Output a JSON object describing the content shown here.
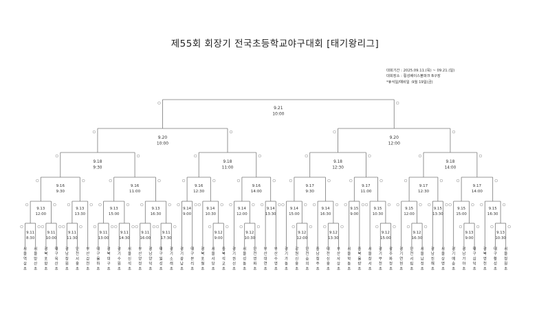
{
  "title": "제55회 회장기 전국초등학교야구대회 [태기왕리그]",
  "info": {
    "period": "대회기간 : 2025.09.11.(목) ~ 09.21.(일)",
    "venue": "대회장소 : 횡성베이스볼파크 B구장",
    "rest": "*휴식일/예비일 :9월 19일(금)"
  },
  "rounds": {
    "final": {
      "date": "9.21",
      "time": "10:00"
    },
    "semis": [
      {
        "date": "9.20",
        "time": "10:00"
      },
      {
        "date": "9.20",
        "time": "12:00"
      }
    ],
    "quarters": [
      {
        "date": "9.18",
        "time": "9:30"
      },
      {
        "date": "9.18",
        "time": "11:00"
      },
      {
        "date": "9.18",
        "time": "12:30"
      },
      {
        "date": "9.18",
        "time": "14:00"
      }
    ],
    "r16": [
      {
        "date": "9.16",
        "time": "9:30"
      },
      {
        "date": "9.16",
        "time": "11:00"
      },
      {
        "date": "9.16",
        "time": "12:30"
      },
      {
        "date": "9.16",
        "time": "14:00"
      },
      {
        "date": "9.17",
        "time": "9:30"
      },
      {
        "date": "9.17",
        "time": "11:00"
      },
      {
        "date": "9.17",
        "time": "12:30"
      },
      {
        "date": "9.17",
        "time": "14:00"
      }
    ],
    "r32": [
      {
        "date": "9.13",
        "time": "12:00"
      },
      {
        "date": "9.13",
        "time": "13:30"
      },
      {
        "date": "9.13",
        "time": "15:00"
      },
      {
        "date": "9.13",
        "time": "16:30"
      },
      {
        "date": "9.14",
        "time": "9:00"
      },
      {
        "date": "9.14",
        "time": "10:30"
      },
      {
        "date": "9.14",
        "time": "12:00"
      },
      {
        "date": "9.14",
        "time": "13:30"
      },
      {
        "date": "9.14",
        "time": "15:00"
      },
      {
        "date": "9.14",
        "time": "16:30"
      },
      {
        "date": "9.15",
        "time": "9:00"
      },
      {
        "date": "9.15",
        "time": "10:30"
      },
      {
        "date": "9.15",
        "time": "12:00"
      },
      {
        "date": "9.15",
        "time": "13:30"
      },
      {
        "date": "9.15",
        "time": "15:00"
      },
      {
        "date": "9.15",
        "time": "16:30"
      }
    ],
    "r64": [
      {
        "date": "9.11",
        "time": "8:30"
      },
      {
        "date": "9.11",
        "time": "10:00"
      },
      {
        "date": "9.11",
        "time": "11:30"
      },
      {
        "date": "9.11",
        "time": "13:00"
      },
      {
        "date": "9.11",
        "time": "14:30"
      },
      {
        "date": "9.11",
        "time": "16:00"
      },
      {
        "date": "9.11",
        "time": "17:30"
      },
      {
        "date": "9.12",
        "time": "9:00"
      },
      {
        "date": "9.12",
        "time": "10:30"
      },
      {
        "date": "9.12",
        "time": "12:00"
      },
      {
        "date": "9.12",
        "time": "13:30"
      },
      {
        "date": "9.12",
        "time": "15:00"
      },
      {
        "date": "9.12",
        "time": "16:30"
      },
      {
        "date": "9.13",
        "time": "9:00"
      },
      {
        "date": "9.13",
        "time": "10:30"
      }
    ]
  },
  "teams": [
    {
      "region": "서울",
      "name": "역삼초"
    },
    {
      "region": "서울",
      "name": "방산초"
    },
    {
      "region": "경북",
      "name": "포항초"
    },
    {
      "region": "대구",
      "name": "옥산초"
    },
    {
      "region": "경남",
      "name": "창원초"
    },
    {
      "region": "인천",
      "name": "서흥초"
    },
    {
      "region": "부산",
      "name": "감천초"
    },
    {
      "region": "대구",
      "name": "율하초"
    },
    {
      "region": "경북",
      "name": "대구초"
    },
    {
      "region": "경기",
      "name": "수원초"
    },
    {
      "region": "서울",
      "name": "신석초"
    },
    {
      "region": "부산",
      "name": "양정초"
    },
    {
      "region": "경남",
      "name": "양덕초"
    },
    {
      "region": "대구",
      "name": "월성초"
    },
    {
      "region": "경기",
      "name": "소래초"
    },
    {
      "region": "경기",
      "name": "광남초"
    },
    {
      "region": "대구",
      "name": "본리초"
    },
    {
      "region": "경북",
      "name": "포철초"
    },
    {
      "region": "서울",
      "name": "사당초"
    },
    {
      "region": "충북",
      "name": "석교초"
    },
    {
      "region": "경기",
      "name": "권선초"
    },
    {
      "region": "서울",
      "name": "성동초"
    },
    {
      "region": "인천",
      "name": "영화초"
    },
    {
      "region": "부산",
      "name": "대연초"
    },
    {
      "region": "부산",
      "name": "수영초"
    },
    {
      "region": "경기",
      "name": "가동초"
    },
    {
      "region": "강원",
      "name": "신흥초"
    },
    {
      "region": "인천",
      "name": "숭의초"
    },
    {
      "region": "충남",
      "name": "청주초"
    },
    {
      "region": "대전",
      "name": "신흥초"
    },
    {
      "region": "부산",
      "name": "사상초"
    },
    {
      "region": "서울",
      "name": "학동초"
    },
    {
      "region": "충북",
      "name": "율량초"
    },
    {
      "region": "서울",
      "name": "창서초"
    },
    {
      "region": "경기",
      "name": "부천초"
    },
    {
      "region": "광주",
      "name": "화정초"
    },
    {
      "region": "경기",
      "name": "연현초"
    },
    {
      "region": "인천",
      "name": "서림초"
    },
    {
      "region": "서울",
      "name": "남정초"
    },
    {
      "region": "경남",
      "name": "진해초"
    },
    {
      "region": "서울",
      "name": "상명초"
    },
    {
      "region": "경기",
      "name": "매송초"
    },
    {
      "region": "경남",
      "name": "가야초"
    },
    {
      "region": "대구",
      "name": "삼덕초"
    },
    {
      "region": "경북",
      "name": "영천초"
    },
    {
      "region": "대구",
      "name": "황성초"
    },
    {
      "region": "서울",
      "name": "청원초"
    },
    {
      "region": "경기",
      "name": "축현초"
    }
  ]
}
